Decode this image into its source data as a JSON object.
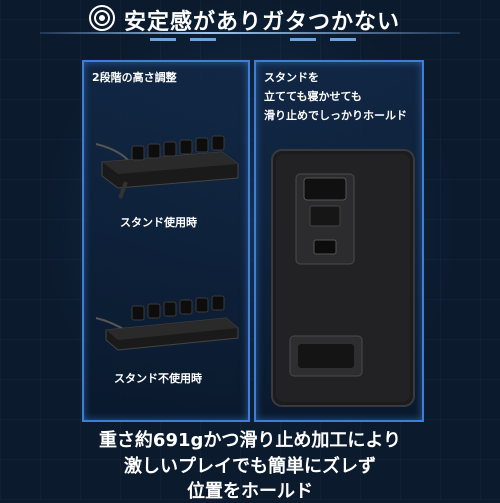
{
  "header": {
    "title": "安定感がありガタつかない",
    "icon": "target-icon"
  },
  "left_panel": {
    "heading": "2段階の高さ調整",
    "caption_stand_used": "スタンド使用時",
    "caption_stand_unused": "スタンド不使用時"
  },
  "right_panel": {
    "lines": [
      "スタンドを",
      "立てても寝かせても",
      "滑り止めでしっかりホールド"
    ]
  },
  "bottom_text": {
    "line1": "重さ約691gかつ滑り止め加工により",
    "line2": "激しいプレイでも簡単にズレず",
    "line3": "位置をホールド"
  },
  "colors": {
    "background": "#0b1a2c",
    "panel_border": "#3d7fd6",
    "text": "#ffffff"
  }
}
